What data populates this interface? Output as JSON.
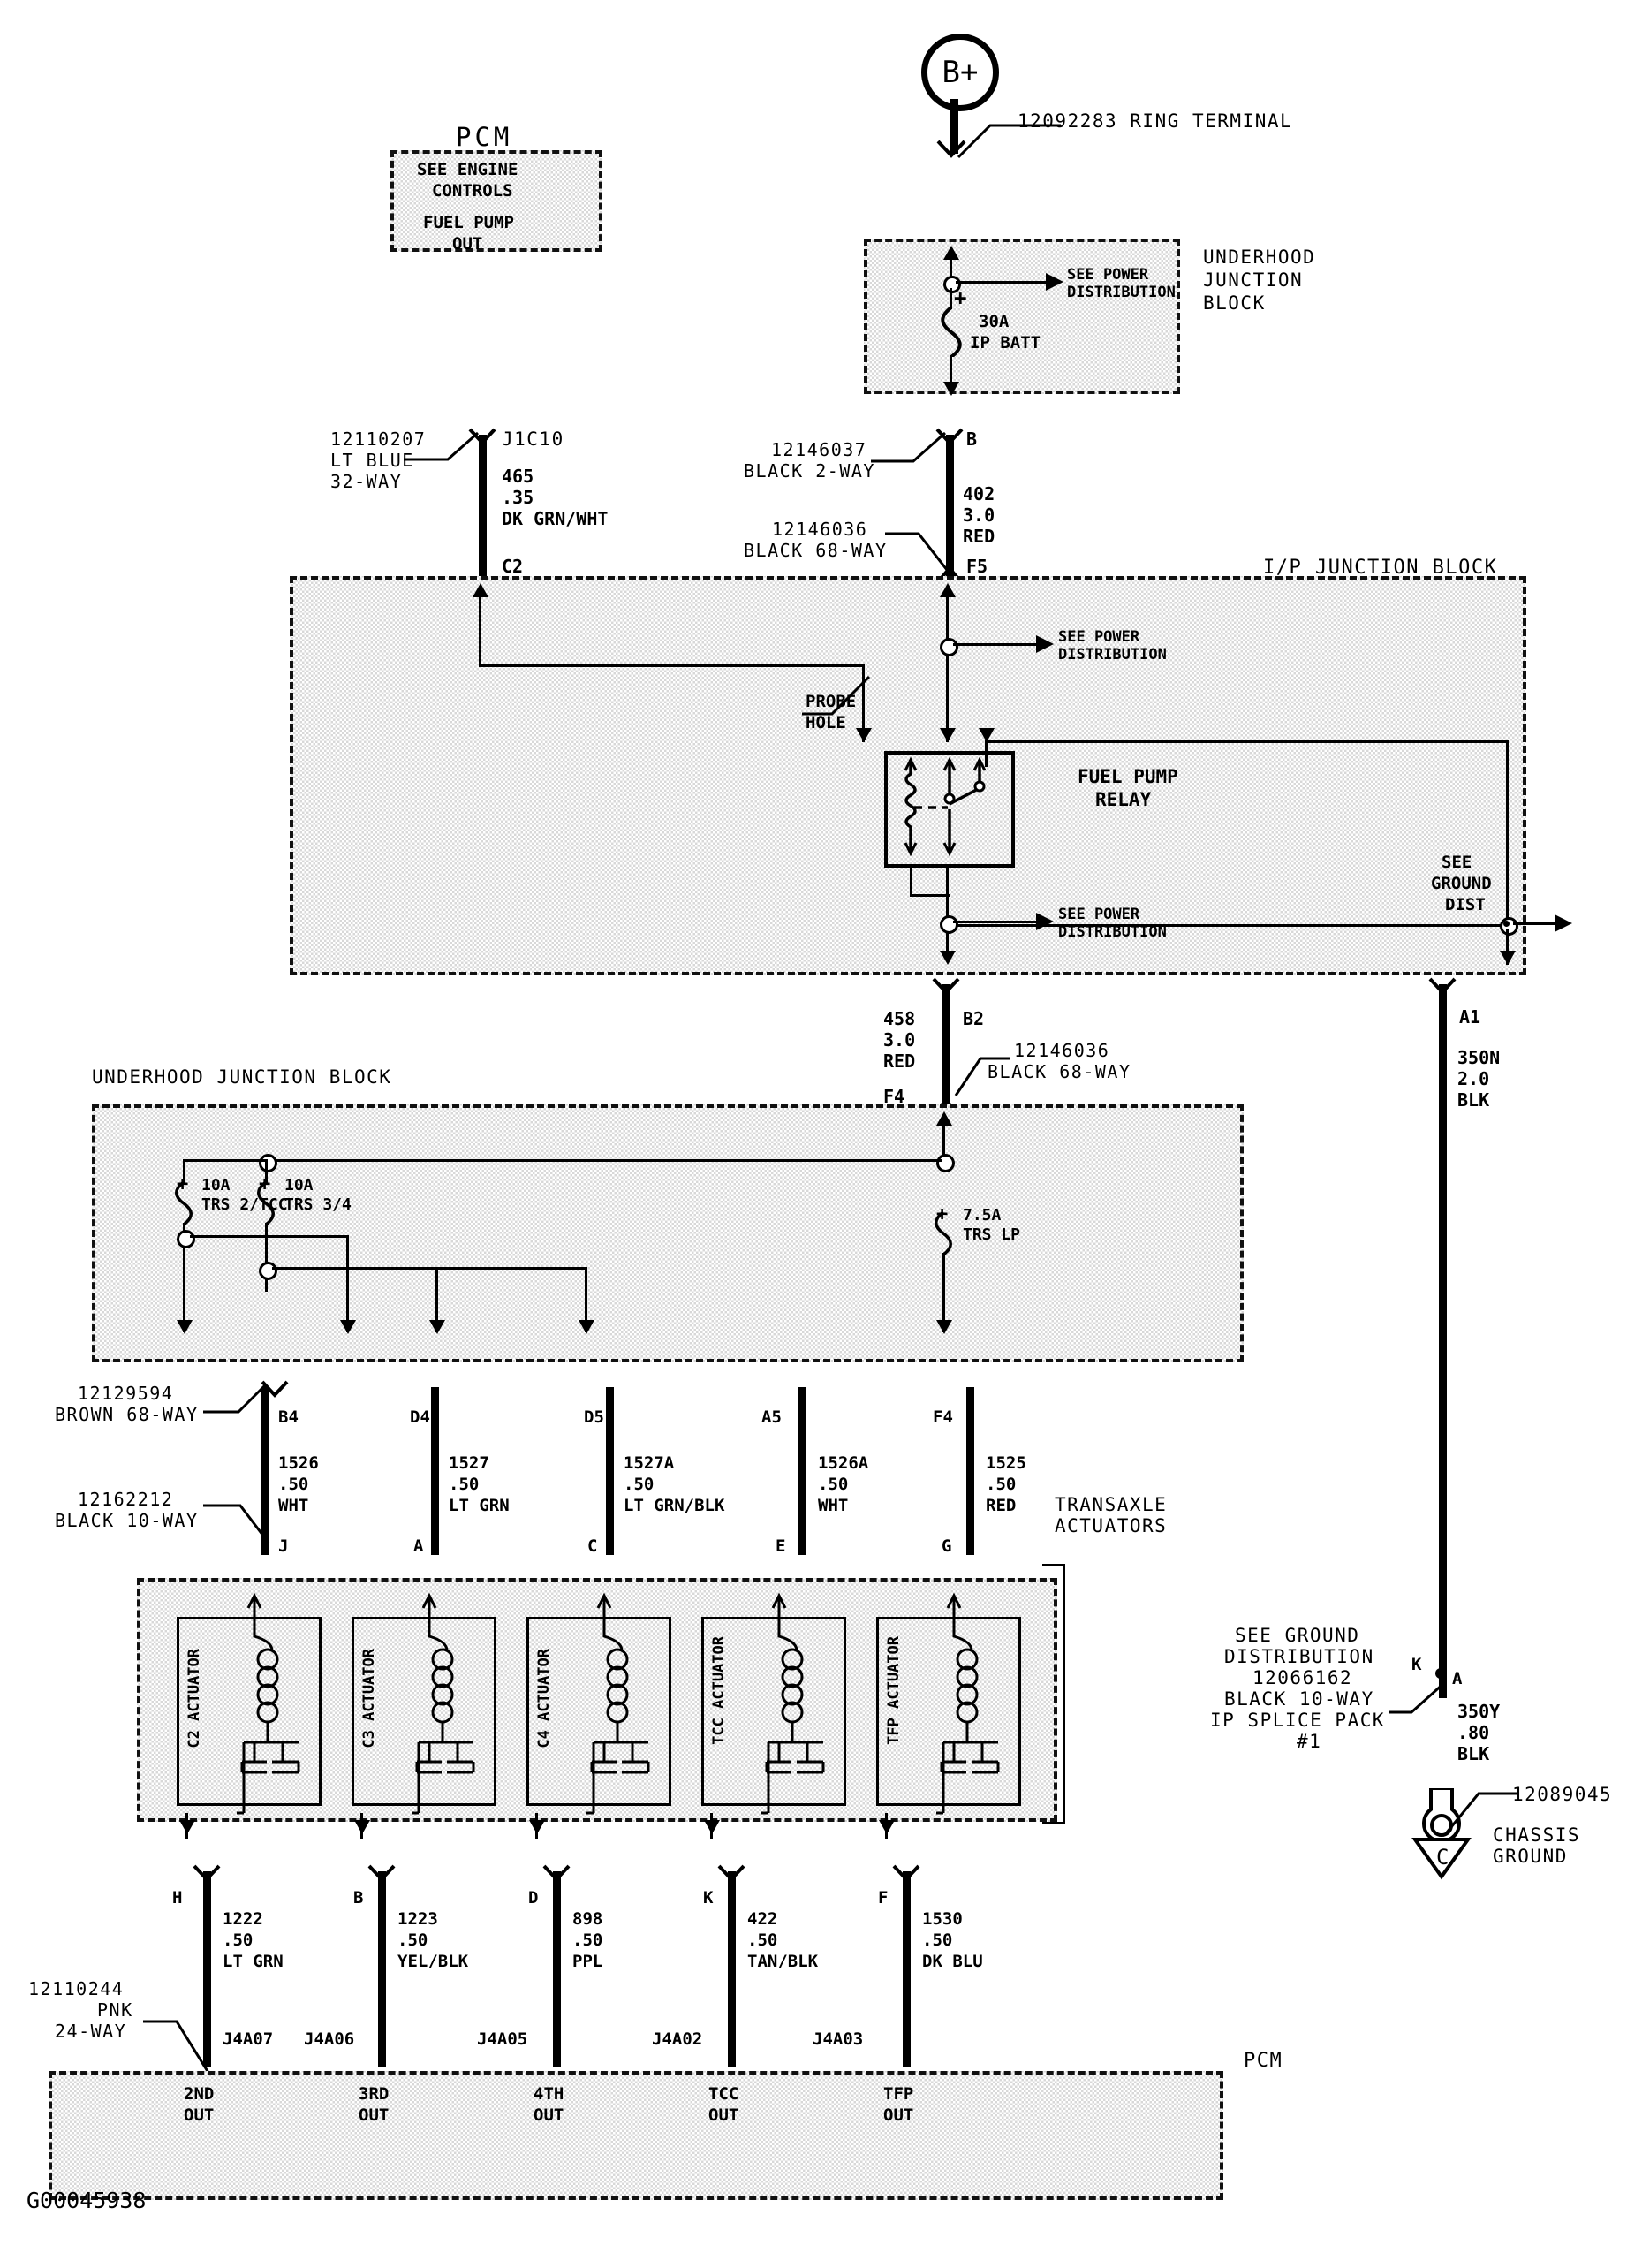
{
  "diagram": {
    "id_code": "G00045938",
    "battery_node": "B+",
    "ring_terminal_top": "12092283 RING TERMINAL"
  },
  "pcm_top": {
    "title": "PCM",
    "line1": "SEE ENGINE",
    "line2": "CONTROLS",
    "line3": "FUEL PUMP",
    "line4": "OUT"
  },
  "underhood_jb_top": {
    "title_l1": "UNDERHOOD",
    "title_l2": "JUNCTION",
    "title_l3": "BLOCK",
    "see_power_l1": "SEE POWER",
    "see_power_l2": "DISTRIBUTION",
    "fuse_rating": "30A",
    "fuse_name": "IP BATT"
  },
  "ip_junction_block": {
    "title": "I/P JUNCTION BLOCK",
    "probe_hole_l1": "PROBE",
    "probe_hole_l2": "HOLE",
    "relay_l1": "FUEL PUMP",
    "relay_l2": "RELAY",
    "see_power_top_l1": "SEE POWER",
    "see_power_top_l2": "DISTRIBUTION",
    "see_power_bot_l1": "SEE POWER",
    "see_power_bot_l2": "DISTRIBUTION",
    "see_ground_l1": "SEE",
    "see_ground_l2": "GROUND",
    "see_ground_l3": "DIST",
    "pin_c2": "C2",
    "pin_f5": "F5",
    "pin_b2": "B2",
    "pin_a1": "A1"
  },
  "connectors_upper": [
    {
      "part": "12110207",
      "color_l1": "LT BLUE",
      "color_l2": "32-WAY"
    },
    {
      "part": "12146037",
      "desc": "BLACK 2-WAY"
    },
    {
      "part": "12146036",
      "desc": "BLACK 68-WAY"
    }
  ],
  "wires_upper": [
    {
      "pin": "J1C10",
      "number": "465",
      "gauge": ".35",
      "color": "DK GRN/WHT"
    },
    {
      "pin": "B",
      "number": "402",
      "gauge": "3.0",
      "color": "RED"
    }
  ],
  "wires_mid": [
    {
      "number": "458",
      "gauge": "3.0",
      "color": "RED",
      "pin_top": "B2",
      "pin_bottom": "F4"
    },
    {
      "number": "350N",
      "gauge": "2.0",
      "color": "BLK",
      "pin_top": "A1"
    }
  ],
  "connector_mid": {
    "part": "12146036",
    "desc": "BLACK 68-WAY"
  },
  "underhood_jb_lower": {
    "title": "UNDERHOOD JUNCTION BLOCK",
    "fuses": [
      {
        "rating": "10A",
        "name": "TRS 2/TCC"
      },
      {
        "rating": "10A",
        "name": "TRS 3/4"
      },
      {
        "rating": "7.5A",
        "name": "TRS LP"
      }
    ],
    "pins": [
      "B4",
      "D4",
      "D5",
      "A5",
      "F4"
    ]
  },
  "connectors_lower": [
    {
      "part": "12129594",
      "desc": "BROWN 68-WAY"
    },
    {
      "part": "12162212",
      "desc": "BLACK 10-WAY"
    }
  ],
  "wires_to_actuators": [
    {
      "jb_pin": "B4",
      "number": "1526",
      "gauge": ".50",
      "color": "WHT",
      "act_pin": "J"
    },
    {
      "jb_pin": "D4",
      "number": "1527",
      "gauge": ".50",
      "color": "LT GRN",
      "act_pin": "A"
    },
    {
      "jb_pin": "D5",
      "number": "1527A",
      "gauge": ".50",
      "color": "LT GRN/BLK",
      "act_pin": "C"
    },
    {
      "jb_pin": "A5",
      "number": "1526A",
      "gauge": ".50",
      "color": "WHT",
      "act_pin": "E"
    },
    {
      "jb_pin": "F4",
      "number": "1525",
      "gauge": ".50",
      "color": "RED",
      "act_pin": "G"
    }
  ],
  "transaxle": {
    "title_l1": "TRANSAXLE",
    "title_l2": "ACTUATORS",
    "actuators": [
      {
        "label": "C2 ACTUATOR"
      },
      {
        "label": "C3 ACTUATOR"
      },
      {
        "label": "C4 ACTUATOR"
      },
      {
        "label": "TCC ACTUATOR"
      },
      {
        "label": "TFP ACTUATOR"
      }
    ]
  },
  "wires_to_pcm": [
    {
      "act_pin": "H",
      "number": "1222",
      "gauge": ".50",
      "color": "LT GRN",
      "pcm_pin": "J4A07",
      "pcm_label_l1": "2ND",
      "pcm_label_l2": "OUT"
    },
    {
      "act_pin": "B",
      "number": "1223",
      "gauge": ".50",
      "color": "YEL/BLK",
      "pcm_pin": "J4A06",
      "pcm_label_l1": "3RD",
      "pcm_label_l2": "OUT"
    },
    {
      "act_pin": "D",
      "number": "898",
      "gauge": ".50",
      "color": "PPL",
      "pcm_pin": "J4A05",
      "pcm_label_l1": "4TH",
      "pcm_label_l2": "OUT"
    },
    {
      "act_pin": "K",
      "number": "422",
      "gauge": ".50",
      "color": "TAN/BLK",
      "pcm_pin": "J4A02",
      "pcm_label_l1": "TCC",
      "pcm_label_l2": "OUT"
    },
    {
      "act_pin": "F",
      "number": "1530",
      "gauge": ".50",
      "color": "DK BLU",
      "pcm_pin": "J4A03",
      "pcm_label_l1": "TFP",
      "pcm_label_l2": "OUT"
    }
  ],
  "pcm_bottom": {
    "title": "PCM",
    "connector_part": "12110244",
    "connector_color": "PNK",
    "connector_ways": "24-WAY"
  },
  "ground_branch": {
    "note_l1": "SEE GROUND",
    "note_l2": "DISTRIBUTION",
    "note_l3": "12066162",
    "note_l4": "BLACK 10-WAY",
    "note_l5": "IP SPLICE PACK",
    "note_l6": "#1",
    "splice_pin_k": "K",
    "splice_pin_a": "A",
    "wire_number": "350Y",
    "wire_gauge": ".80",
    "wire_color": "BLK",
    "ring_terminal": "12089045",
    "ground_l1": "CHASSIS",
    "ground_l2": "GROUND",
    "ground_letter": "C"
  }
}
